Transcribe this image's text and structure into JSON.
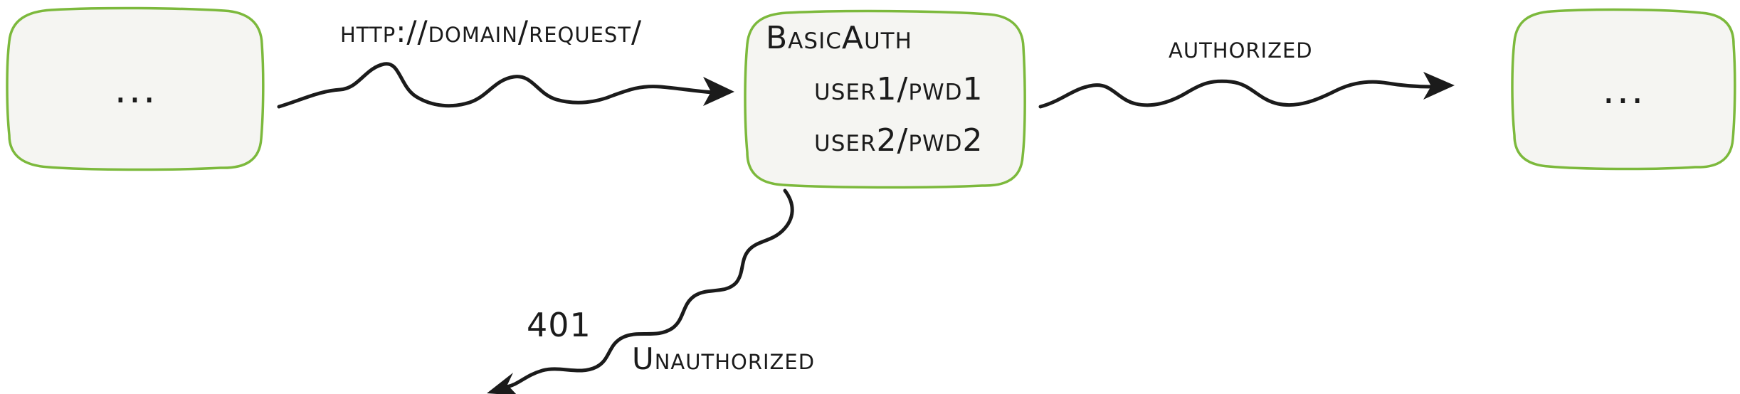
{
  "colors": {
    "ink": "#1b1b1b",
    "green_stroke": "#7cb93c",
    "box_fill": "#f5f5f2"
  },
  "nodes": {
    "client": {
      "label": "..."
    },
    "auth_server": {
      "title": "BasicAuth",
      "credentials": [
        "user1/pwd1",
        "user2/pwd2"
      ]
    },
    "upstream": {
      "label": "..."
    }
  },
  "edges": {
    "request": {
      "label": "http://domain/request/"
    },
    "authorized": {
      "label": "authorized"
    },
    "unauthorized": {
      "status_code": "401",
      "label": "Unauthorized"
    }
  }
}
